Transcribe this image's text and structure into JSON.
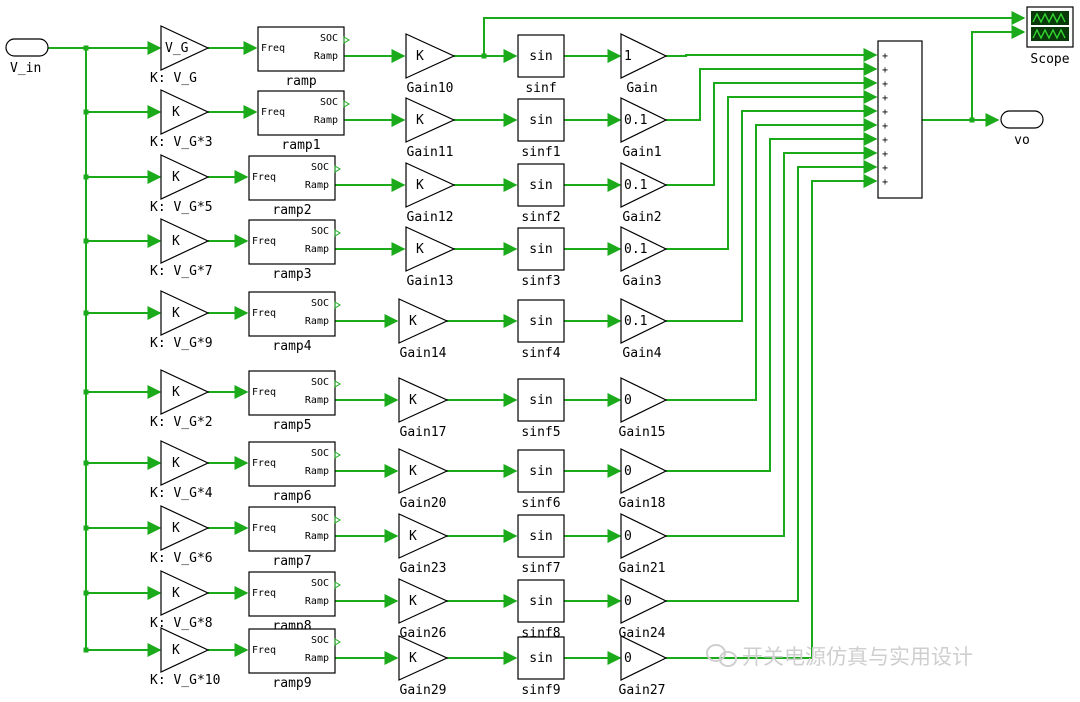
{
  "ports": {
    "input": "V_in",
    "output": "vo"
  },
  "scope": {
    "label": "Scope"
  },
  "sum": {
    "sign": "+"
  },
  "port_labels": {
    "freq": "Freq",
    "soc": "SOC",
    "ramp": "Ramp",
    "sin": "sin"
  },
  "rows": [
    {
      "gain_sym": "V_G",
      "gain_name": "K: V_G",
      "ramp_name": "ramp",
      "k_sym": "K",
      "k_name": "Gain10",
      "sin_name": "sinf",
      "out_sym": "1",
      "out_name": "Gain"
    },
    {
      "gain_sym": "K",
      "gain_name": "K: V_G*3",
      "ramp_name": "ramp1",
      "k_sym": "K",
      "k_name": "Gain11",
      "sin_name": "sinf1",
      "out_sym": "0.1",
      "out_name": "Gain1"
    },
    {
      "gain_sym": "K",
      "gain_name": "K: V_G*5",
      "ramp_name": "ramp2",
      "k_sym": "K",
      "k_name": "Gain12",
      "sin_name": "sinf2",
      "out_sym": "0.1",
      "out_name": "Gain2"
    },
    {
      "gain_sym": "K",
      "gain_name": "K: V_G*7",
      "ramp_name": "ramp3",
      "k_sym": "K",
      "k_name": "Gain13",
      "sin_name": "sinf3",
      "out_sym": "0.1",
      "out_name": "Gain3"
    },
    {
      "gain_sym": "K",
      "gain_name": "K: V_G*9",
      "ramp_name": "ramp4",
      "k_sym": "K",
      "k_name": "Gain14",
      "sin_name": "sinf4",
      "out_sym": "0.1",
      "out_name": "Gain4"
    },
    {
      "gain_sym": "K",
      "gain_name": "K: V_G*2",
      "ramp_name": "ramp5",
      "k_sym": "K",
      "k_name": "Gain17",
      "sin_name": "sinf5",
      "out_sym": "0",
      "out_name": "Gain15"
    },
    {
      "gain_sym": "K",
      "gain_name": "K: V_G*4",
      "ramp_name": "ramp6",
      "k_sym": "K",
      "k_name": "Gain20",
      "sin_name": "sinf6",
      "out_sym": "0",
      "out_name": "Gain18"
    },
    {
      "gain_sym": "K",
      "gain_name": "K: V_G*6",
      "ramp_name": "ramp7",
      "k_sym": "K",
      "k_name": "Gain23",
      "sin_name": "sinf7",
      "out_sym": "0",
      "out_name": "Gain21"
    },
    {
      "gain_sym": "K",
      "gain_name": "K: V_G*8",
      "ramp_name": "ramp8",
      "k_sym": "K",
      "k_name": "Gain26",
      "sin_name": "sinf8",
      "out_sym": "0",
      "out_name": "Gain24"
    },
    {
      "gain_sym": "K",
      "gain_name": "K: V_G*10",
      "ramp_name": "ramp9",
      "k_sym": "K",
      "k_name": "Gain29",
      "sin_name": "sinf9",
      "out_sym": "0",
      "out_name": "Gain27"
    }
  ],
  "watermark": "开关电源仿真与实用设计",
  "colors": {
    "wire": "#1aaa1a",
    "block": "#000000",
    "scope_bg": "#0a3a0a",
    "scope_trace": "#33dd33"
  },
  "icons": {
    "watermark": "wechat-icon",
    "scope": "scope-display-icon"
  }
}
